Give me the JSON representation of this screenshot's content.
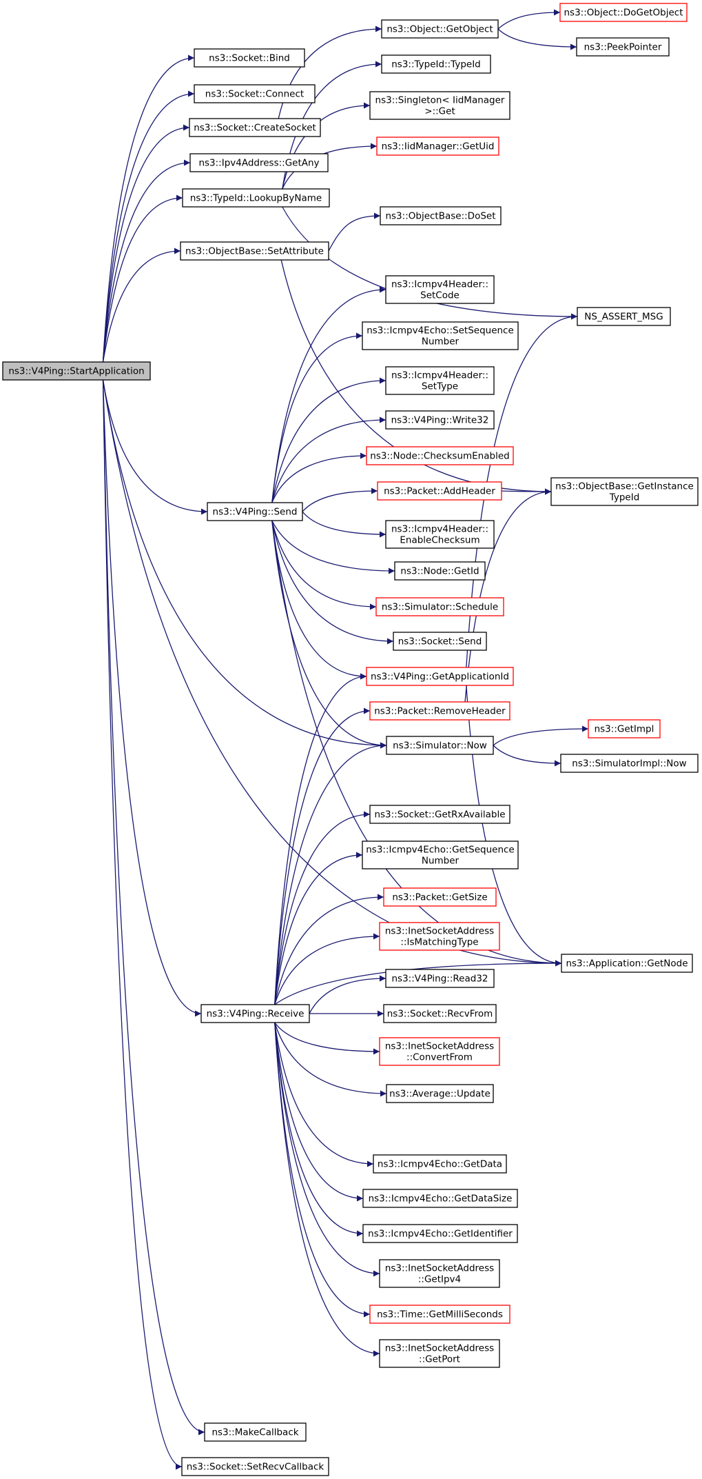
{
  "colors": {
    "edge": "#191970",
    "border_normal": "#000000",
    "border_truncated": "#ff0000",
    "fill_root": "#bfbfbf",
    "fill_normal": "#ffffff"
  },
  "nodes": [
    {
      "id": "root",
      "lines": [
        "ns3::V4Ping::StartApplication"
      ],
      "style": "root"
    },
    {
      "id": "bind",
      "lines": [
        "ns3::Socket::Bind"
      ],
      "style": "normal"
    },
    {
      "id": "connect",
      "lines": [
        "ns3::Socket::Connect"
      ],
      "style": "normal"
    },
    {
      "id": "createsocket",
      "lines": [
        "ns3::Socket::CreateSocket"
      ],
      "style": "normal"
    },
    {
      "id": "getany",
      "lines": [
        "ns3::Ipv4Address::GetAny"
      ],
      "style": "normal"
    },
    {
      "id": "lookup",
      "lines": [
        "ns3::TypeId::LookupByName"
      ],
      "style": "normal"
    },
    {
      "id": "setattr",
      "lines": [
        "ns3::ObjectBase::SetAttribute"
      ],
      "style": "normal"
    },
    {
      "id": "getobject",
      "lines": [
        "ns3::Object::GetObject"
      ],
      "style": "normal"
    },
    {
      "id": "dogetobject",
      "lines": [
        "ns3::Object::DoGetObject"
      ],
      "style": "truncated"
    },
    {
      "id": "peekpointer",
      "lines": [
        "ns3::PeekPointer"
      ],
      "style": "normal"
    },
    {
      "id": "typeid",
      "lines": [
        "ns3::TypeId::TypeId"
      ],
      "style": "normal"
    },
    {
      "id": "singleton",
      "lines": [
        "ns3::Singleton< IidManager",
        ">::Get"
      ],
      "style": "normal"
    },
    {
      "id": "getuid",
      "lines": [
        "ns3::IidManager::GetUid"
      ],
      "style": "truncated"
    },
    {
      "id": "doset",
      "lines": [
        "ns3::ObjectBase::DoSet"
      ],
      "style": "normal"
    },
    {
      "id": "assert",
      "lines": [
        "NS_ASSERT_MSG"
      ],
      "style": "normal"
    },
    {
      "id": "setcode",
      "lines": [
        "ns3::Icmpv4Header::",
        "SetCode"
      ],
      "style": "normal"
    },
    {
      "id": "setseq",
      "lines": [
        "ns3::Icmpv4Echo::SetSequence",
        "Number"
      ],
      "style": "normal"
    },
    {
      "id": "settype",
      "lines": [
        "ns3::Icmpv4Header::",
        "SetType"
      ],
      "style": "normal"
    },
    {
      "id": "write32",
      "lines": [
        "ns3::V4Ping::Write32"
      ],
      "style": "normal"
    },
    {
      "id": "checksum",
      "lines": [
        "ns3::Node::ChecksumEnabled"
      ],
      "style": "truncated"
    },
    {
      "id": "addheader",
      "lines": [
        "ns3::Packet::AddHeader"
      ],
      "style": "truncated"
    },
    {
      "id": "getinst",
      "lines": [
        "ns3::ObjectBase::GetInstance",
        "TypeId"
      ],
      "style": "normal"
    },
    {
      "id": "send",
      "lines": [
        "ns3::V4Ping::Send"
      ],
      "style": "normal"
    },
    {
      "id": "enablechk",
      "lines": [
        "ns3::Icmpv4Header::",
        "EnableChecksum"
      ],
      "style": "normal"
    },
    {
      "id": "nodegetid",
      "lines": [
        "ns3::Node::GetId"
      ],
      "style": "normal"
    },
    {
      "id": "schedule",
      "lines": [
        "ns3::Simulator::Schedule"
      ],
      "style": "truncated"
    },
    {
      "id": "socksend",
      "lines": [
        "ns3::Socket::Send"
      ],
      "style": "normal"
    },
    {
      "id": "getappid",
      "lines": [
        "ns3::V4Ping::GetApplicationId"
      ],
      "style": "truncated"
    },
    {
      "id": "removehdr",
      "lines": [
        "ns3::Packet::RemoveHeader"
      ],
      "style": "truncated"
    },
    {
      "id": "getimpl",
      "lines": [
        "ns3::GetImpl"
      ],
      "style": "truncated"
    },
    {
      "id": "simnow",
      "lines": [
        "ns3::Simulator::Now"
      ],
      "style": "normal"
    },
    {
      "id": "implnow",
      "lines": [
        "ns3::SimulatorImpl::Now"
      ],
      "style": "normal"
    },
    {
      "id": "rxavail",
      "lines": [
        "ns3::Socket::GetRxAvailable"
      ],
      "style": "normal"
    },
    {
      "id": "getseq",
      "lines": [
        "ns3::Icmpv4Echo::GetSequence",
        "Number"
      ],
      "style": "normal"
    },
    {
      "id": "getsize",
      "lines": [
        "ns3::Packet::GetSize"
      ],
      "style": "truncated"
    },
    {
      "id": "ismatch",
      "lines": [
        "ns3::InetSocketAddress",
        "::IsMatchingType"
      ],
      "style": "truncated"
    },
    {
      "id": "getnode",
      "lines": [
        "ns3::Application::GetNode"
      ],
      "style": "normal"
    },
    {
      "id": "read32",
      "lines": [
        "ns3::V4Ping::Read32"
      ],
      "style": "normal"
    },
    {
      "id": "receive",
      "lines": [
        "ns3::V4Ping::Receive"
      ],
      "style": "normal"
    },
    {
      "id": "recvfrom",
      "lines": [
        "ns3::Socket::RecvFrom"
      ],
      "style": "normal"
    },
    {
      "id": "convfrom",
      "lines": [
        "ns3::InetSocketAddress",
        "::ConvertFrom"
      ],
      "style": "truncated"
    },
    {
      "id": "avgupdate",
      "lines": [
        "ns3::Average::Update"
      ],
      "style": "normal"
    },
    {
      "id": "getdata",
      "lines": [
        "ns3::Icmpv4Echo::GetData"
      ],
      "style": "normal"
    },
    {
      "id": "getdatasize",
      "lines": [
        "ns3::Icmpv4Echo::GetDataSize"
      ],
      "style": "normal"
    },
    {
      "id": "getident",
      "lines": [
        "ns3::Icmpv4Echo::GetIdentifier"
      ],
      "style": "normal"
    },
    {
      "id": "getipv4",
      "lines": [
        "ns3::InetSocketAddress",
        "::GetIpv4"
      ],
      "style": "normal"
    },
    {
      "id": "getms",
      "lines": [
        "ns3::Time::GetMilliSeconds"
      ],
      "style": "truncated"
    },
    {
      "id": "getport",
      "lines": [
        "ns3::InetSocketAddress",
        "::GetPort"
      ],
      "style": "normal"
    },
    {
      "id": "makecb",
      "lines": [
        "ns3::MakeCallback"
      ],
      "style": "normal"
    },
    {
      "id": "setrecvcb",
      "lines": [
        "ns3::Socket::SetRecvCallback"
      ],
      "style": "normal"
    }
  ],
  "edges": [
    [
      "root",
      "bind"
    ],
    [
      "root",
      "connect"
    ],
    [
      "root",
      "createsocket"
    ],
    [
      "root",
      "getany"
    ],
    [
      "root",
      "lookup"
    ],
    [
      "root",
      "setattr"
    ],
    [
      "root",
      "send"
    ],
    [
      "root",
      "simnow"
    ],
    [
      "root",
      "receive"
    ],
    [
      "root",
      "getnode"
    ],
    [
      "root",
      "makecb"
    ],
    [
      "root",
      "setrecvcb"
    ],
    [
      "createsocket",
      "getobject"
    ],
    [
      "getobject",
      "dogetobject"
    ],
    [
      "getobject",
      "peekpointer"
    ],
    [
      "lookup",
      "typeid"
    ],
    [
      "lookup",
      "singleton"
    ],
    [
      "lookup",
      "getuid"
    ],
    [
      "lookup",
      "assert"
    ],
    [
      "setattr",
      "doset"
    ],
    [
      "setattr",
      "getinst"
    ],
    [
      "send",
      "setcode"
    ],
    [
      "send",
      "setseq"
    ],
    [
      "send",
      "settype"
    ],
    [
      "send",
      "write32"
    ],
    [
      "send",
      "checksum"
    ],
    [
      "send",
      "addheader"
    ],
    [
      "send",
      "enablechk"
    ],
    [
      "send",
      "nodegetid"
    ],
    [
      "send",
      "schedule"
    ],
    [
      "send",
      "socksend"
    ],
    [
      "send",
      "getappid"
    ],
    [
      "send",
      "simnow"
    ],
    [
      "send",
      "getnode"
    ],
    [
      "addheader",
      "getinst"
    ],
    [
      "getappid",
      "assert"
    ],
    [
      "getappid",
      "getnode"
    ],
    [
      "removehdr",
      "getinst"
    ],
    [
      "simnow",
      "getimpl"
    ],
    [
      "simnow",
      "implnow"
    ],
    [
      "receive",
      "getappid"
    ],
    [
      "receive",
      "removehdr"
    ],
    [
      "receive",
      "simnow"
    ],
    [
      "receive",
      "rxavail"
    ],
    [
      "receive",
      "getseq"
    ],
    [
      "receive",
      "getsize"
    ],
    [
      "receive",
      "ismatch"
    ],
    [
      "receive",
      "read32"
    ],
    [
      "receive",
      "recvfrom"
    ],
    [
      "receive",
      "convfrom"
    ],
    [
      "receive",
      "avgupdate"
    ],
    [
      "receive",
      "getnode"
    ],
    [
      "receive",
      "getdata"
    ],
    [
      "receive",
      "getdatasize"
    ],
    [
      "receive",
      "getident"
    ],
    [
      "receive",
      "getipv4"
    ],
    [
      "receive",
      "getms"
    ],
    [
      "receive",
      "getport"
    ]
  ]
}
